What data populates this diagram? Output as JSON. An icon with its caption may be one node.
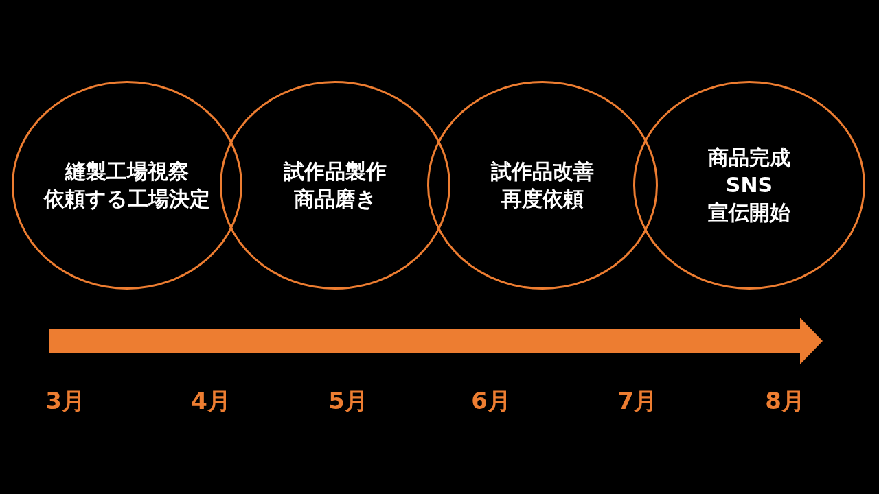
{
  "diagram": {
    "nodes": [
      {
        "text": [
          "縫製工場視察",
          "依頼する工場決定"
        ]
      },
      {
        "text": [
          "試作品製作",
          "商品磨き"
        ]
      },
      {
        "text": [
          "試作品改善",
          "再度依頼"
        ]
      },
      {
        "text": [
          "商品完成",
          "SNS",
          "宣伝開始"
        ]
      }
    ],
    "edges": [],
    "labels": [
      "3月",
      "4月",
      "5月",
      "6月",
      "7月",
      "8月"
    ]
  }
}
